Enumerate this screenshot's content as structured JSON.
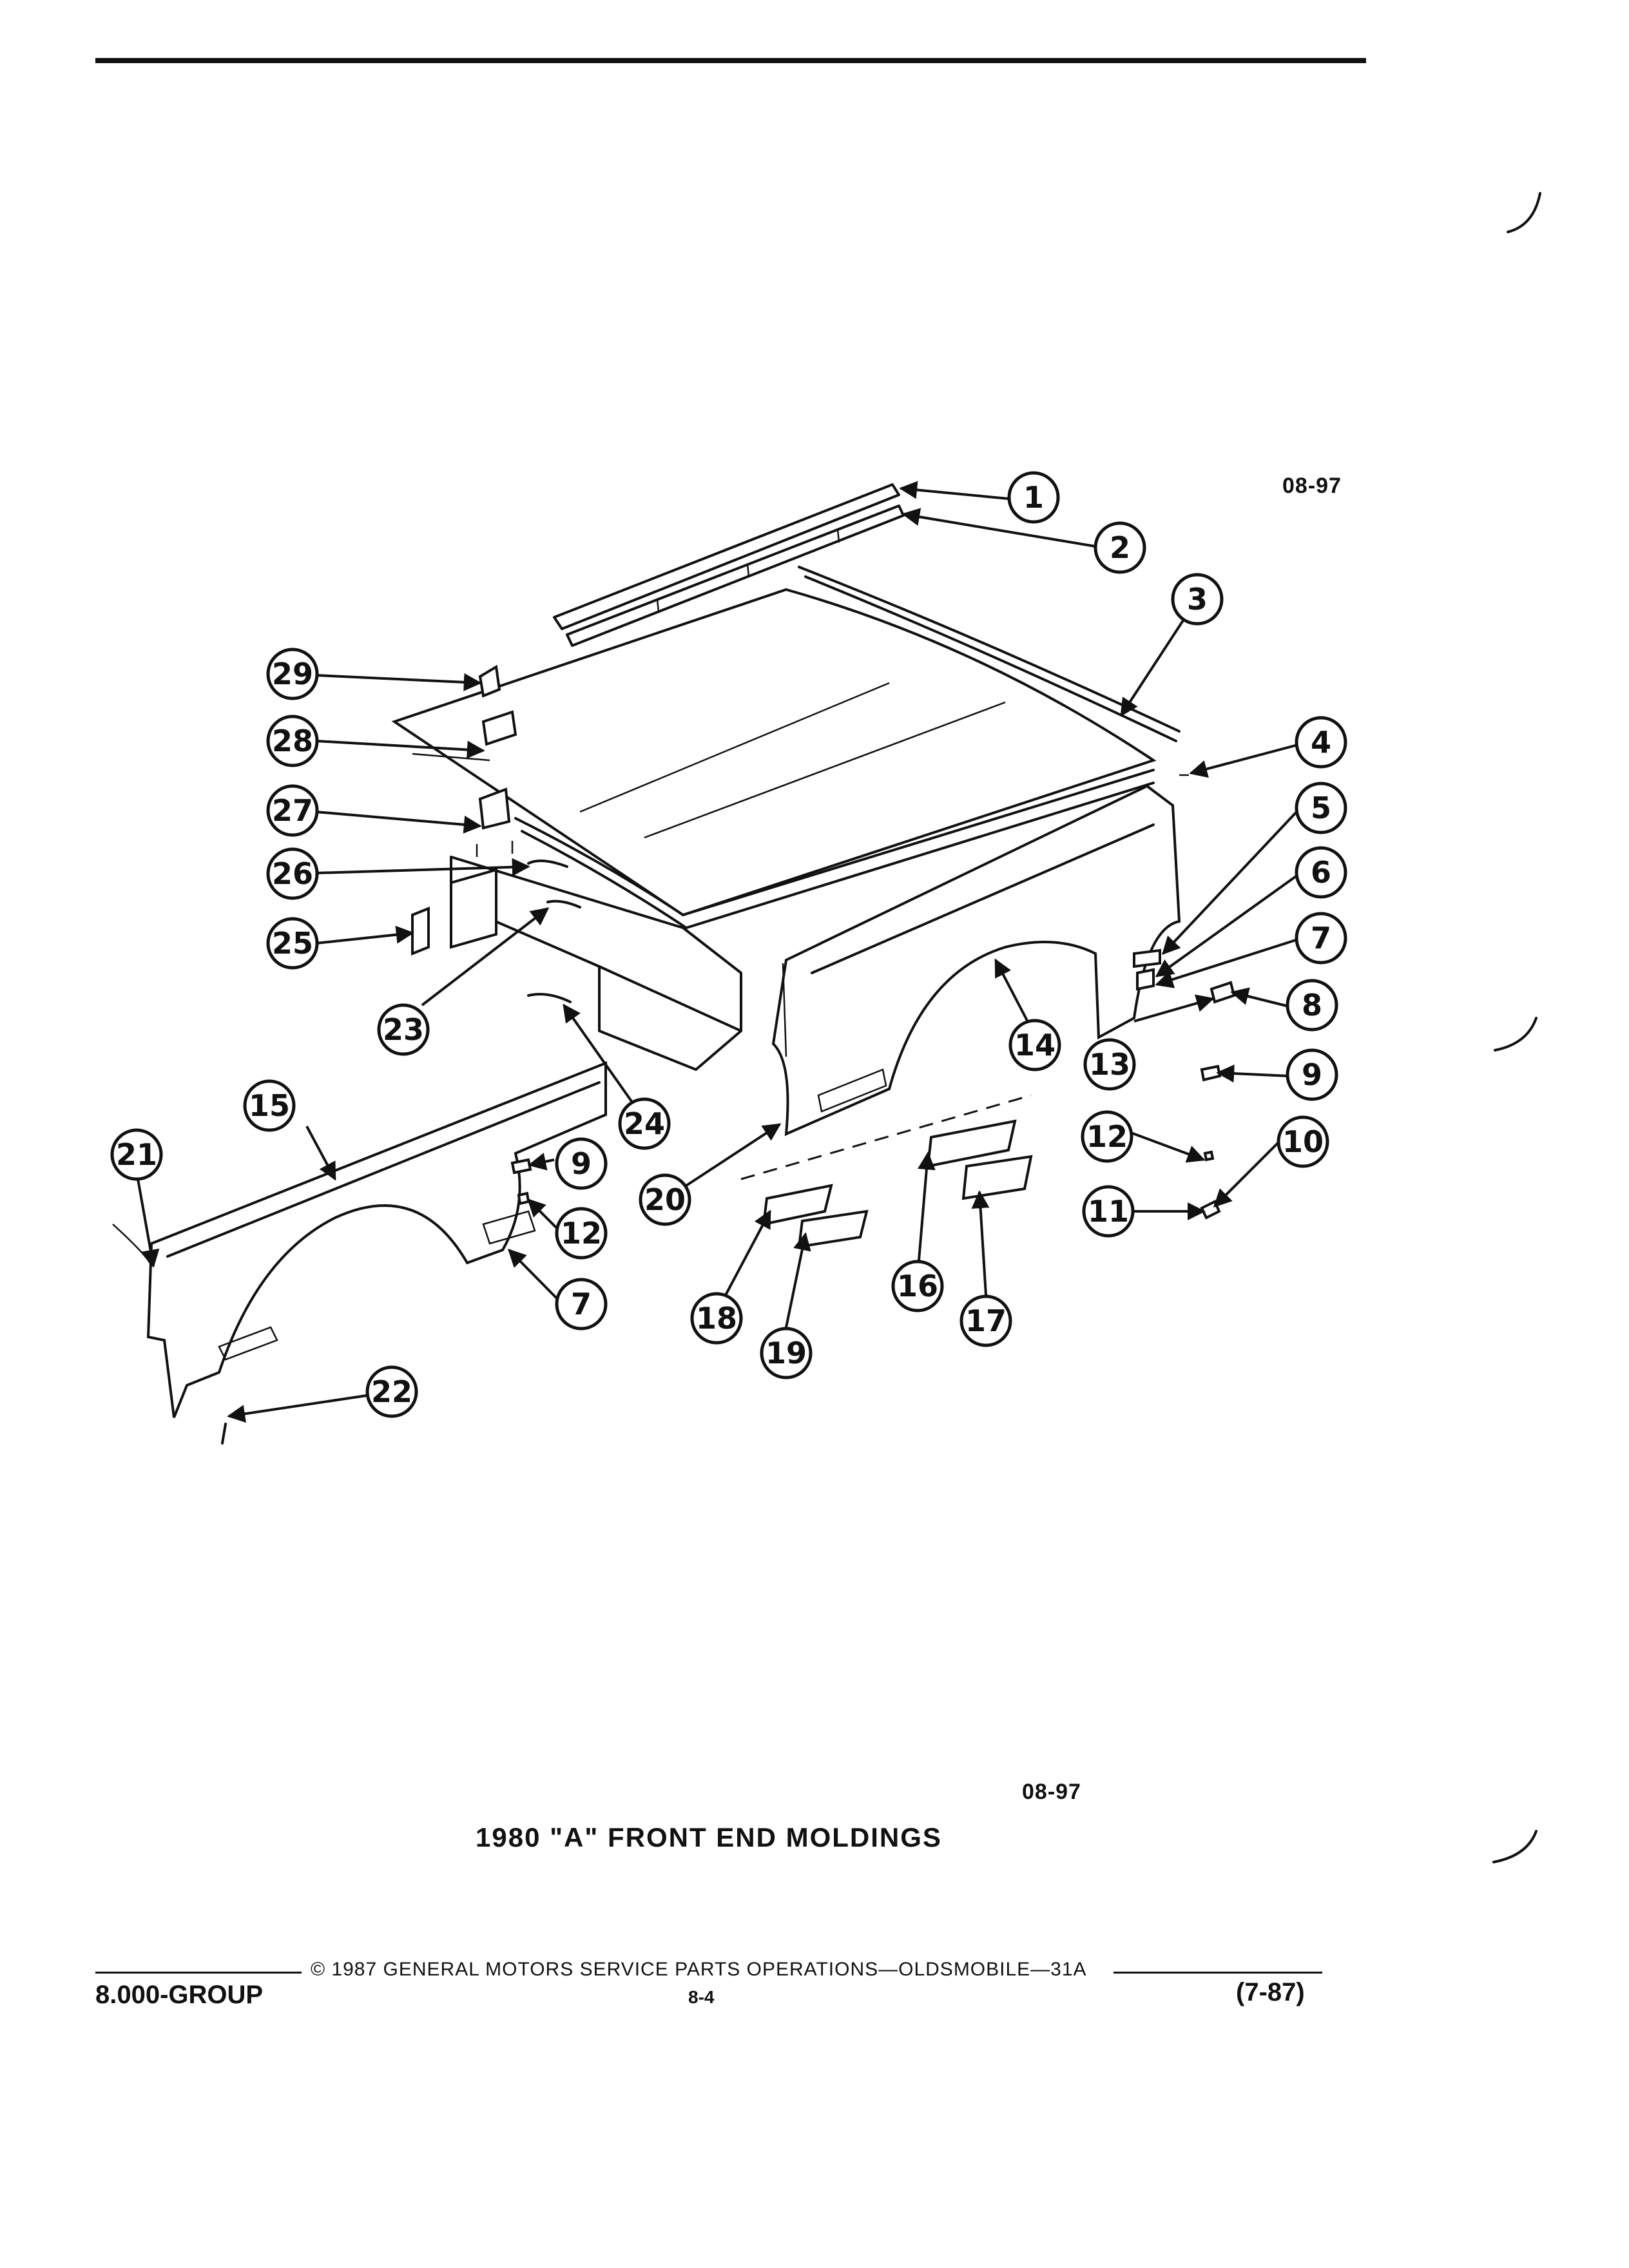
{
  "figure_code": "08-97",
  "caption": "1980 \"A\" FRONT END MOLDINGS",
  "footer": {
    "copyright": "© 1987 GENERAL MOTORS SERVICE PARTS OPERATIONS—OLDSMOBILE—31A",
    "group": "8.000-GROUP",
    "page": "8-4",
    "revision": "(7-87)"
  },
  "callouts": [
    "1",
    "2",
    "3",
    "4",
    "5",
    "6",
    "7",
    "8",
    "9",
    "10",
    "11",
    "12",
    "13",
    "14",
    "15",
    "16",
    "17",
    "18",
    "19",
    "20",
    "21",
    "22",
    "23",
    "24",
    "25",
    "26",
    "27",
    "28",
    "29"
  ]
}
